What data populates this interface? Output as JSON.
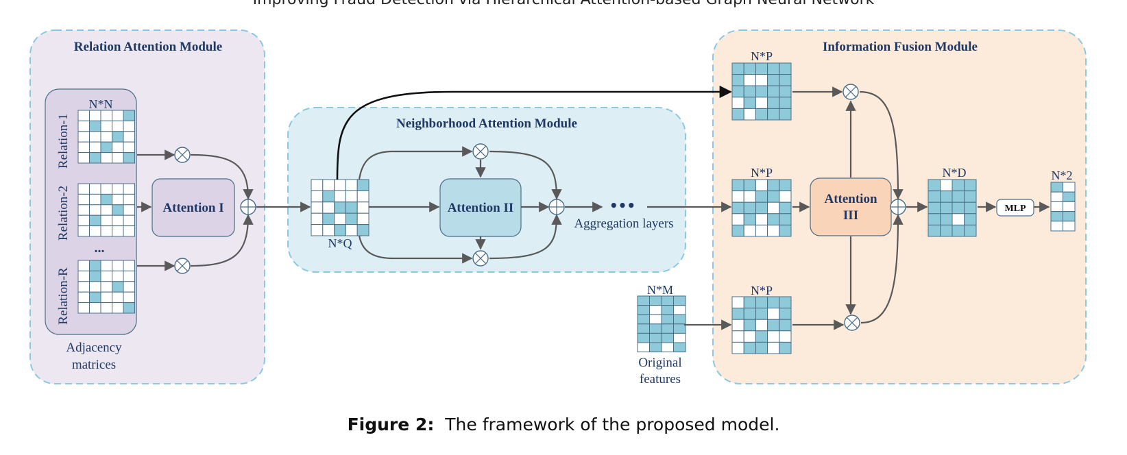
{
  "running_header": "Improving Fraud Detection via Hierarchical Attention-based Graph Neural Network",
  "caption": {
    "label": "Figure 2:",
    "text": "The framework of the proposed model."
  },
  "colors": {
    "cell_fill": "#8ECADA",
    "cell_empty": "#ffffff",
    "cell_stroke": "#4a6d86",
    "text_primary": "#1f3864",
    "arrow": "#595959",
    "relation_bg": "#ECE7F1",
    "neighborhood_bg": "#DDEEF5",
    "fusion_bg": "#FCEADB",
    "module_border": "#8CC8E2",
    "attention1_bg": "#DCD3E6",
    "attention2_bg": "#B8DDE8",
    "attention3_bg": "#FAD4B8",
    "relation_group_bg": "#DCD4E6"
  },
  "modules": {
    "relation": {
      "title": "Relation Attention Module",
      "relations": [
        "Relation-1",
        "Relation-2",
        "Relation-R"
      ],
      "ellipsis": "...",
      "dim_label": "N*N",
      "attention_label": "Attention I",
      "footer_line1": "Adjacency",
      "footer_line2": "matrices"
    },
    "neighborhood": {
      "title": "Neighborhood Attention Module",
      "input_dim": "N*Q",
      "attention_label": "Attention II",
      "ellipsis": "•••",
      "aggregation_label": "Aggregation layers"
    },
    "fusion": {
      "title": "Information Fusion Module",
      "top_dim": "N*P",
      "mid_dim": "N*P",
      "bottom_dim": "N*P",
      "attention_line1": "Attention",
      "attention_line2": "III",
      "output_dim": "N*D",
      "mlp_label": "MLP",
      "final_dim": "N*2"
    },
    "original": {
      "dim": "N*M",
      "label_line1": "Original",
      "label_line2": "features"
    }
  },
  "matrices": {
    "rel1": [
      "00001",
      "01000",
      "00010",
      "00100",
      "01001"
    ],
    "rel2": [
      "00000",
      "00100",
      "00010",
      "01000",
      "00000"
    ],
    "relR": [
      "01000",
      "01000",
      "00010",
      "01000",
      "00001"
    ],
    "nq": [
      "00001",
      "01000",
      "00110",
      "01010",
      "00101"
    ],
    "np_top": [
      "11111",
      "10011",
      "11111",
      "01011",
      "10111"
    ],
    "np_mid": [
      "11011",
      "00110",
      "11101",
      "01011",
      "10001"
    ],
    "np_bot": [
      "01111",
      "11101",
      "01011",
      "00100",
      "01101"
    ],
    "nm": [
      "1111",
      "1010",
      "1011",
      "1111",
      "1110",
      "0101"
    ],
    "nd": [
      "1011",
      "1111",
      "1111",
      "1101",
      "1111"
    ],
    "n2": [
      "10",
      "01",
      "00",
      "11",
      "00"
    ]
  }
}
